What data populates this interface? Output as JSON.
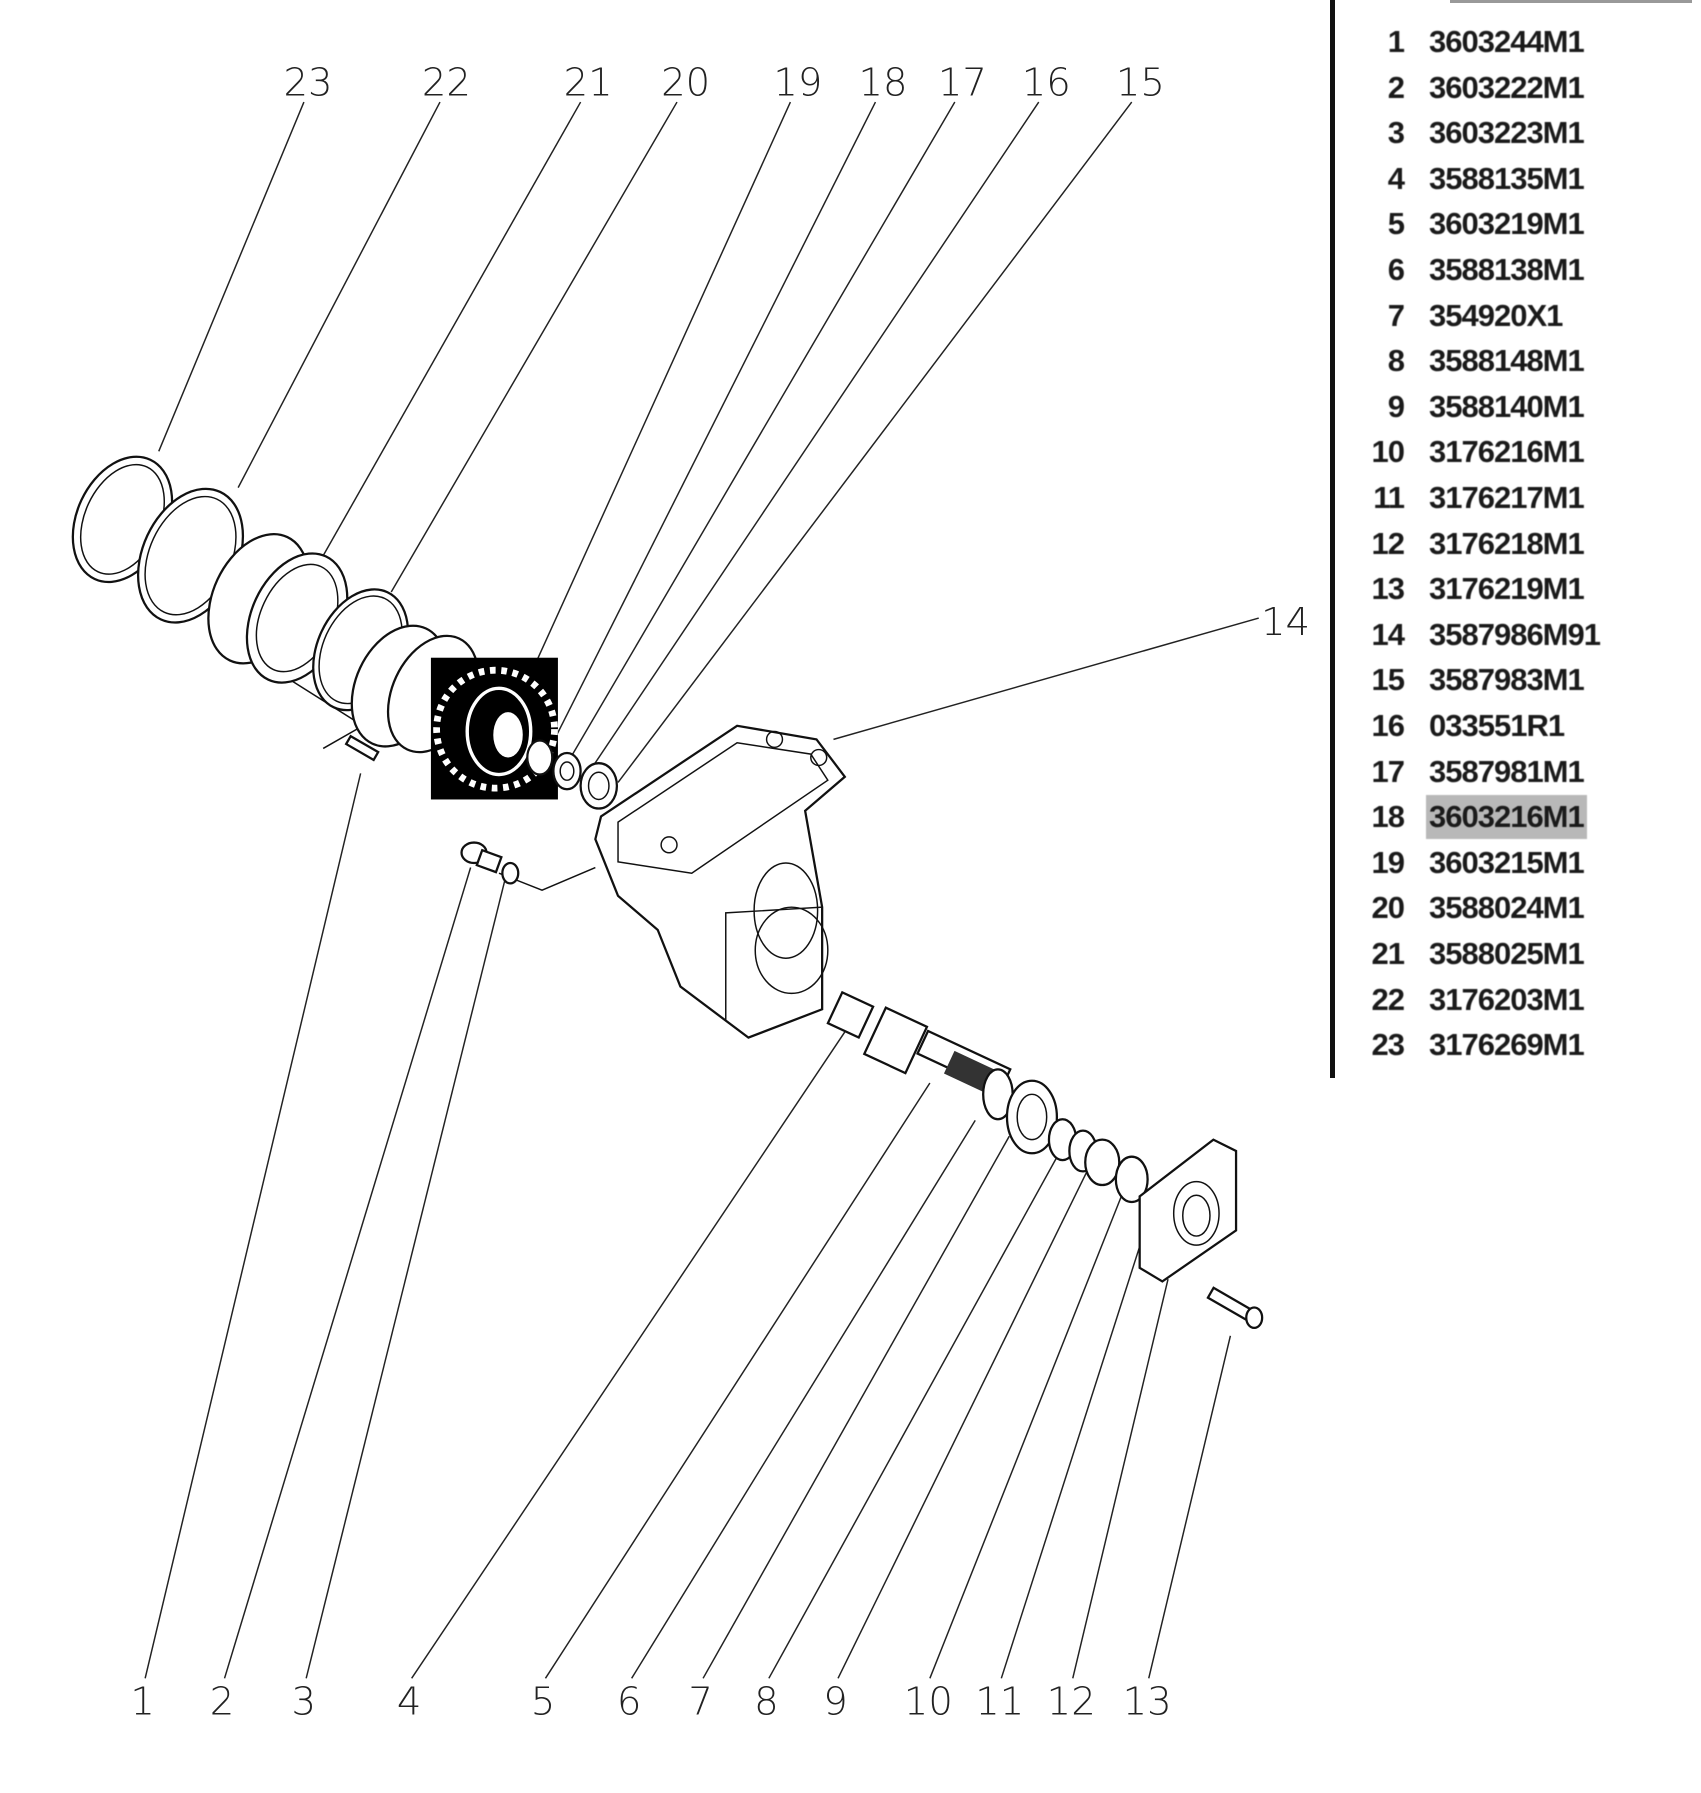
{
  "diagram": {
    "callouts_top": [
      "23",
      "22",
      "21",
      "20",
      "19",
      "18",
      "17",
      "16",
      "15"
    ],
    "callout_side": "14",
    "callouts_bottom": [
      "1",
      "2",
      "3",
      "4",
      "5",
      "6",
      "7",
      "8",
      "9",
      "10",
      "11",
      "12",
      "13"
    ]
  },
  "parts_list": {
    "highlighted_item": "18",
    "rows": [
      {
        "num": "1",
        "code": "3603244M1"
      },
      {
        "num": "2",
        "code": "3603222M1"
      },
      {
        "num": "3",
        "code": "3603223M1"
      },
      {
        "num": "4",
        "code": "3588135M1"
      },
      {
        "num": "5",
        "code": "3603219M1"
      },
      {
        "num": "6",
        "code": "3588138M1"
      },
      {
        "num": "7",
        "code": "354920X1"
      },
      {
        "num": "8",
        "code": "3588148M1"
      },
      {
        "num": "9",
        "code": "3588140M1"
      },
      {
        "num": "10",
        "code": "3176216M1"
      },
      {
        "num": "11",
        "code": "3176217M1"
      },
      {
        "num": "12",
        "code": "3176218M1"
      },
      {
        "num": "13",
        "code": "3176219M1"
      },
      {
        "num": "14",
        "code": "3587986M91"
      },
      {
        "num": "15",
        "code": "3587983M1"
      },
      {
        "num": "16",
        "code": "033551R1"
      },
      {
        "num": "17",
        "code": "3587981M1"
      },
      {
        "num": "18",
        "code": "3603216M1"
      },
      {
        "num": "19",
        "code": "3603215M1"
      },
      {
        "num": "20",
        "code": "3588024M1"
      },
      {
        "num": "21",
        "code": "3588025M1"
      },
      {
        "num": "22",
        "code": "3176203M1"
      },
      {
        "num": "23",
        "code": "3176269M1"
      }
    ]
  }
}
